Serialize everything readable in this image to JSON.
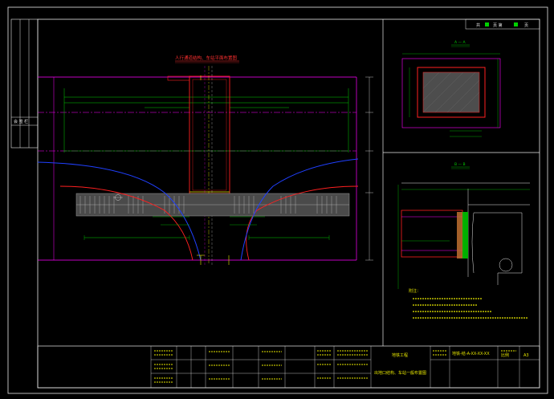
{
  "colors": {
    "background": "#000000",
    "frame": "#e8e8e8",
    "magenta": "#ff00ff",
    "red": "#ff2020",
    "blue": "#2040ff",
    "green": "#00d000",
    "yellow": "#e6e600",
    "grey_fill": "#5a5a5a",
    "orange_fill": "#c07030"
  },
  "frame": {
    "left_strip_label": "会 签 栏"
  },
  "sheet_marker": {
    "prefix": "共",
    "middle": "页 第",
    "suffix": "页"
  },
  "plan_view": {
    "title": "人行通道结构、车站平面布置图"
  },
  "section_a": {
    "title": "A — A"
  },
  "section_b": {
    "title": "B — B"
  },
  "title_block": {
    "project_name": "地铁工程",
    "drawing_name": "出地口结构、车站一般布置图",
    "drawing_number": "地铁-结-A-XX-XX-XX",
    "scale": "比例",
    "sheet_size": "A3"
  },
  "notes": {
    "header": "附注："
  }
}
